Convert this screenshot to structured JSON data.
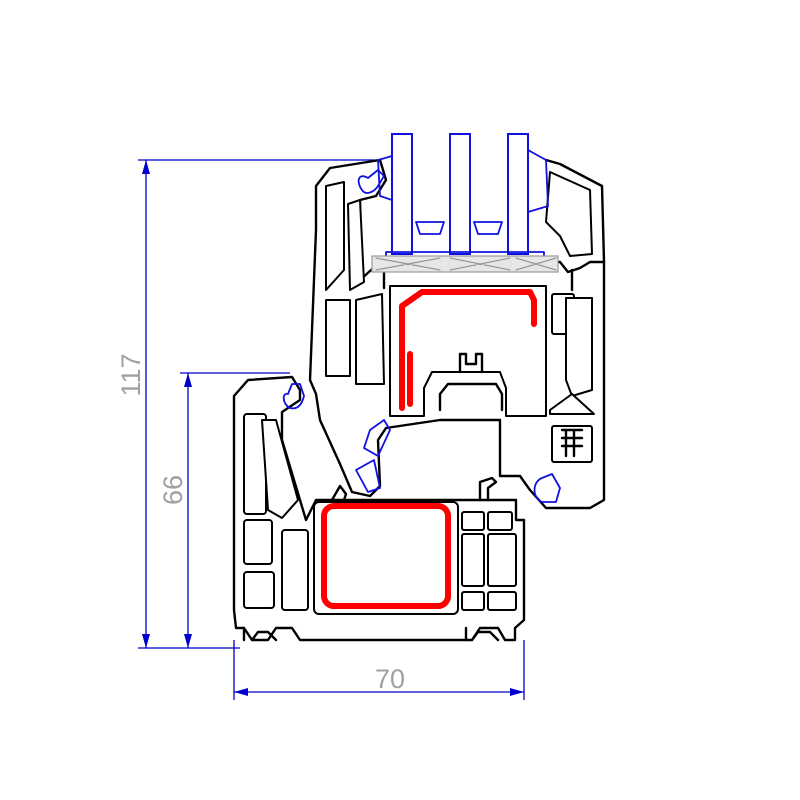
{
  "dimensions": {
    "total_height": "117",
    "frame_height": "66",
    "depth": "70"
  },
  "colors": {
    "profile_outline": "#000000",
    "reinforcement": "#ff0000",
    "gaskets_and_glazing": "#1010e0",
    "dimension_lines": "#0000cc",
    "dimension_text": "#a0a0a0"
  }
}
